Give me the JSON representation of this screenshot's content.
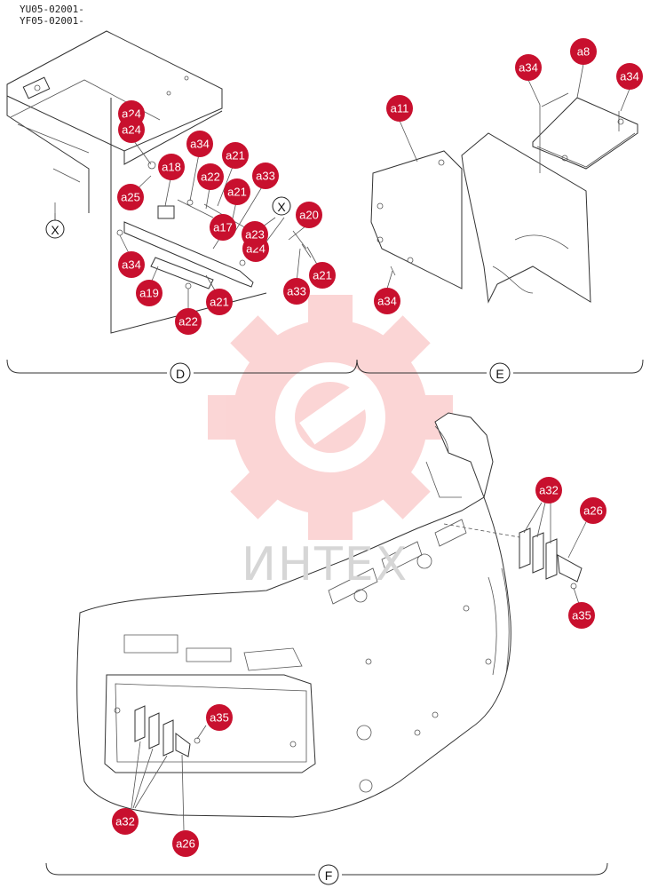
{
  "header": {
    "line1": "YU05-02001-",
    "line2": "YF05-02001-"
  },
  "watermark": {
    "text": "ИНТЕХ",
    "color": "#f26b6b"
  },
  "sections": [
    {
      "id": "D",
      "label": "D"
    },
    {
      "id": "E",
      "label": "E"
    },
    {
      "id": "F",
      "label": "F"
    }
  ],
  "cross_refs": [
    {
      "label": "X"
    },
    {
      "label": "X"
    }
  ],
  "callouts": [
    {
      "label": "a24"
    },
    {
      "label": "a24"
    },
    {
      "label": "a34"
    },
    {
      "label": "a21"
    },
    {
      "label": "a18"
    },
    {
      "label": "a22"
    },
    {
      "label": "a33"
    },
    {
      "label": "a25"
    },
    {
      "label": "a21"
    },
    {
      "label": "a20"
    },
    {
      "label": "a17"
    },
    {
      "label": "a23"
    },
    {
      "label": "a24"
    },
    {
      "label": "a34"
    },
    {
      "label": "a21"
    },
    {
      "label": "a33"
    },
    {
      "label": "a19"
    },
    {
      "label": "a21"
    },
    {
      "label": "a22"
    },
    {
      "label": "a34"
    },
    {
      "label": "a8"
    },
    {
      "label": "a34"
    },
    {
      "label": "a11"
    },
    {
      "label": "a34"
    },
    {
      "label": "a32"
    },
    {
      "label": "a26"
    },
    {
      "label": "a35"
    },
    {
      "label": "a35"
    },
    {
      "label": "a32"
    },
    {
      "label": "a26"
    }
  ],
  "badge_color": "#c8102e"
}
